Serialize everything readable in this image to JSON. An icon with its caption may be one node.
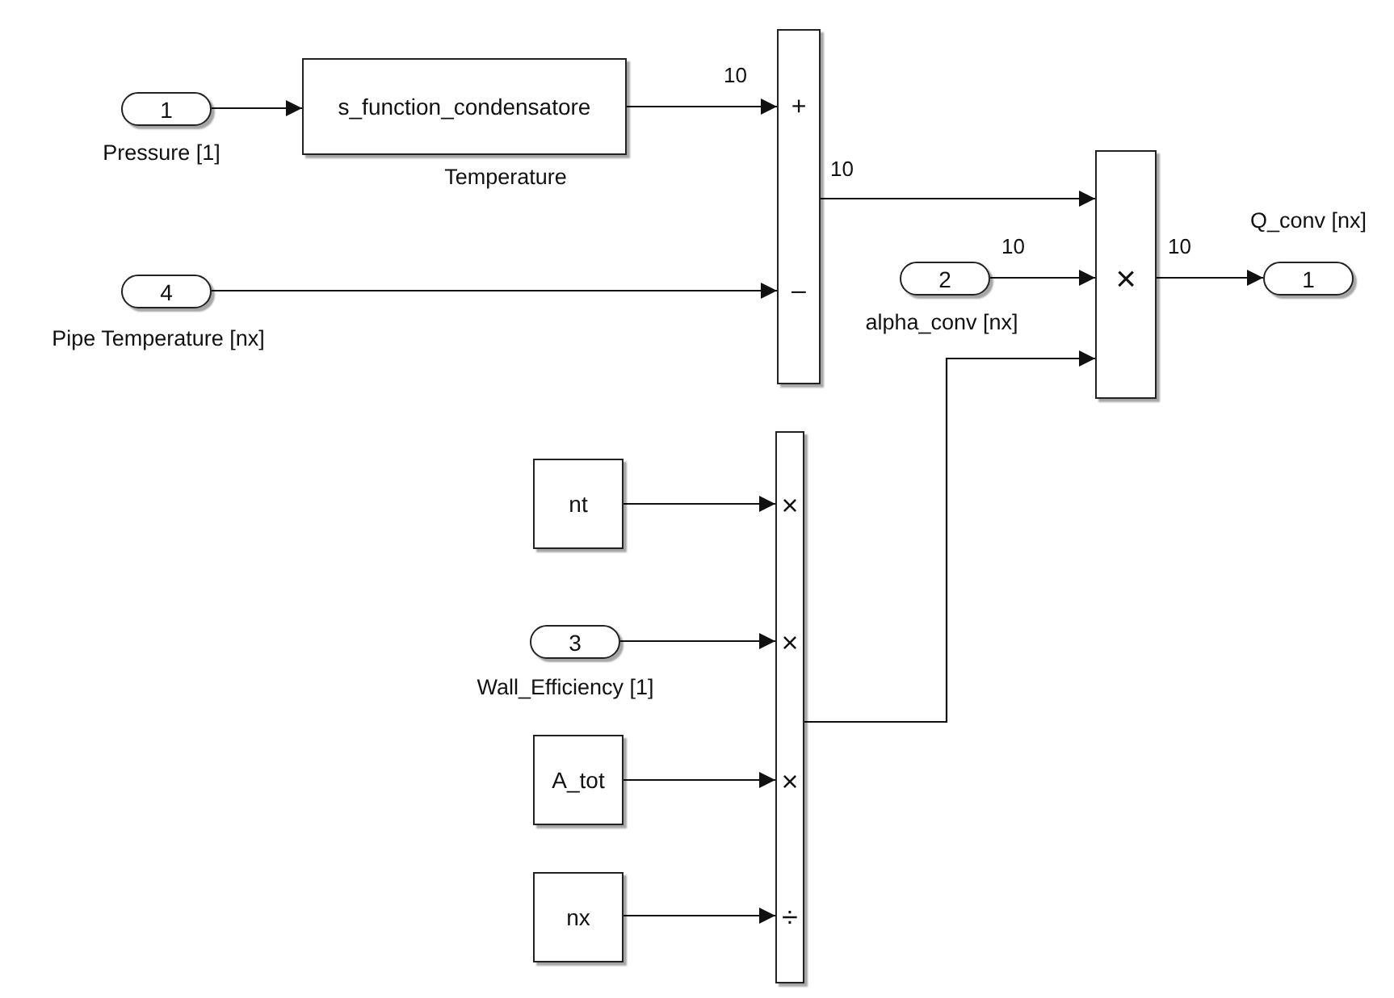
{
  "diagram": {
    "nodes": [
      {
        "text": [
          "1"
        ],
        "beside": [
          "Pressure [1]"
        ]
      },
      {
        "text": [
          "s_function_condensatore"
        ],
        "beside": [
          "Temperature"
        ]
      },
      {
        "text": [
          "+",
          "–"
        ]
      },
      {
        "text": [
          "4"
        ],
        "beside": [
          "Pipe Temperature [nx]"
        ]
      },
      {
        "text": [
          "×"
        ]
      },
      {
        "text": [
          "2"
        ],
        "beside": [
          "alpha_conv [nx]"
        ]
      },
      {
        "text": [
          "1"
        ],
        "beside": [
          "Q_conv [nx]"
        ]
      },
      {
        "text": [
          "×",
          "×",
          "×",
          "÷"
        ]
      },
      {
        "text": [
          "nt"
        ]
      },
      {
        "text": [
          "3"
        ],
        "beside": [
          "Wall_Efficiency [1]"
        ]
      },
      {
        "text": [
          "A_tot"
        ]
      },
      {
        "text": [
          "nx"
        ]
      }
    ],
    "edges": [
      {
        "from": 0,
        "to": 1,
        "arrow": "to"
      },
      {
        "from": 1,
        "to": 2,
        "arrow": "to",
        "label": "10"
      },
      {
        "from": 3,
        "to": 2,
        "arrow": "to"
      },
      {
        "from": 2,
        "to": 4,
        "arrow": "to",
        "label": "10"
      },
      {
        "from": 5,
        "to": 4,
        "arrow": "to",
        "label": "10"
      },
      {
        "from": 7,
        "to": 4,
        "arrow": "to"
      },
      {
        "from": 4,
        "to": 6,
        "arrow": "to",
        "label": "10"
      },
      {
        "from": 8,
        "to": 7,
        "arrow": "to"
      },
      {
        "from": 9,
        "to": 7,
        "arrow": "to"
      },
      {
        "from": 10,
        "to": 7,
        "arrow": "to"
      },
      {
        "from": 11,
        "to": 7,
        "arrow": "to"
      }
    ]
  }
}
